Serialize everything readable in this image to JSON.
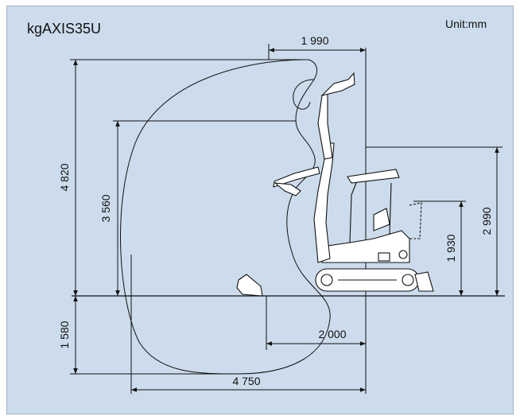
{
  "diagram": {
    "model": "kgAXIS35U",
    "unit": "Unit:mm"
  },
  "dimensions": {
    "max_reach_top_offset": "1 990",
    "max_dig_height": "4 820",
    "max_dump_height": "3 560",
    "cab_height": "2 990",
    "roof_height": "1 930",
    "max_dig_depth": "1 580",
    "min_radius": "2 000",
    "max_reach": "4 750"
  },
  "colors": {
    "background": "#ccdcec",
    "line": "#111111",
    "machine_fill": "#ffffff"
  }
}
